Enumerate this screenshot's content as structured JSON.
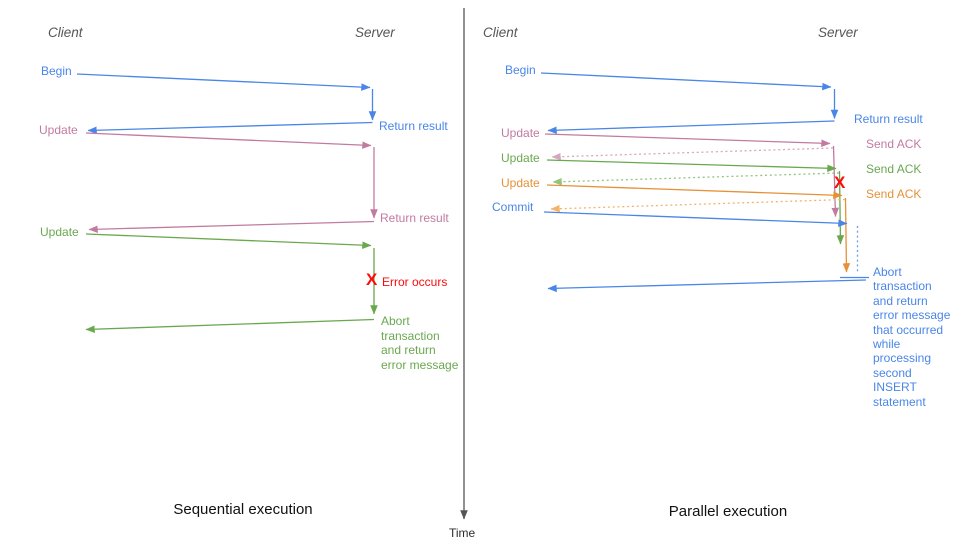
{
  "colors": {
    "blue": "#4a86e8",
    "light_blue": "#6d9eeb",
    "pink": "#c27ba0",
    "light_pink": "#d5a6bd",
    "green": "#6aa84f",
    "light_green": "#93c47d",
    "orange": "#e69138",
    "light_orange": "#f6b26b",
    "red": "#fd0b0b",
    "header_gray": "#565656",
    "time_axis_gray": "#555555"
  },
  "time_axis": {
    "label": "Time"
  },
  "left": {
    "title": "Sequential execution",
    "client_header": "Client",
    "server_header": "Server",
    "begin": "Begin",
    "return_result_1": "Return result",
    "update_1": "Update",
    "return_result_2": "Return result",
    "update_2": "Update",
    "error_x": "X",
    "error_label": "Error occurs",
    "abort_label": "Abort\ntransaction\nand return\nerror message"
  },
  "right": {
    "title": "Parallel execution",
    "client_header": "Client",
    "server_header": "Server",
    "begin": "Begin",
    "return_result": "Return result",
    "update_1": "Update",
    "send_ack_1": "Send ACK",
    "update_2": "Update",
    "send_ack_2": "Send ACK",
    "update_3": "Update",
    "send_ack_3": "Send ACK",
    "commit": "Commit",
    "error_x": "X",
    "abort_label": "Abort\ntransaction\nand return\nerror message\nthat occurred\nwhile\nprocessing\nsecond\nINSERT\nstatement"
  }
}
